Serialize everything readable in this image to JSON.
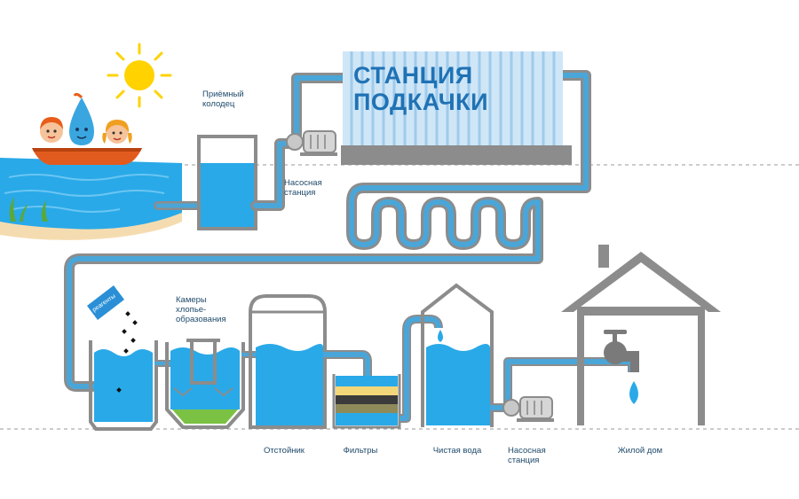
{
  "station_title": [
    "СТАНЦИЯ",
    "ПОДКАЧКИ"
  ],
  "labels": {
    "intake_well": [
      "Приёмный",
      "колодец"
    ],
    "pump_station_top": [
      "Насосная",
      "станция"
    ],
    "flocculation": [
      "Камеры",
      "хлопье-",
      "образования"
    ],
    "reagent_box": "реагенты",
    "settler": "Отстойник",
    "filters": "Фильтры",
    "clean_water": "Чистая вода",
    "pump_station_bottom": [
      "Насосная",
      "станция"
    ],
    "house": "Жилой дом"
  },
  "colors": {
    "water": "#29a9e8",
    "pipe": "#4aa6d8",
    "gray": "#8c8c8c",
    "title": "#1f72b4",
    "sun": "#ffd200",
    "sand": "#f5dcb0"
  }
}
